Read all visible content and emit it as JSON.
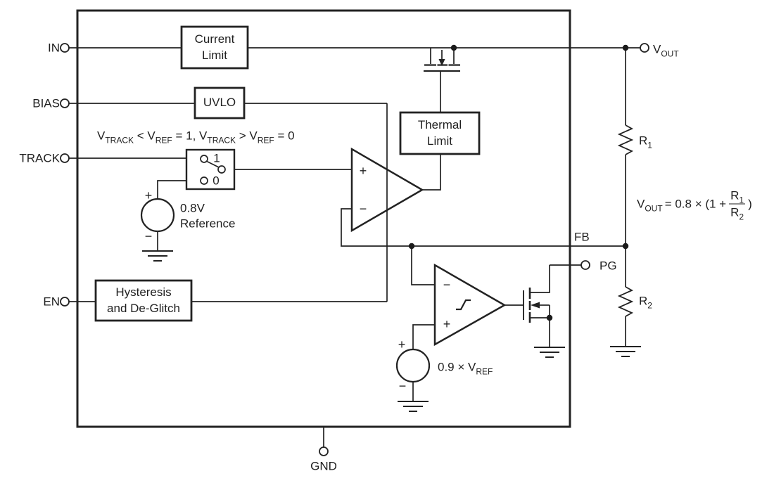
{
  "diagram": {
    "title_hint": "LDO functional block diagram",
    "colors": {
      "line": "#222222",
      "text": "#1f1f1f",
      "background": "#ffffff"
    },
    "pins": {
      "in": "IN",
      "bias": "BIAS",
      "track": "TRACK",
      "en": "EN",
      "gnd": "GND",
      "fb": "FB",
      "pg": "PG",
      "vout_main": "V",
      "vout_sub": "OUT"
    },
    "blocks": {
      "current_limit_1": "Current",
      "current_limit_2": "Limit",
      "uvlo": "UVLO",
      "thermal_1": "Thermal",
      "thermal_2": "Limit",
      "hyst_1": "Hysteresis",
      "hyst_2": "and De-Glitch"
    },
    "switch": {
      "one": "1",
      "zero": "0"
    },
    "ref08": {
      "value": "0.8V",
      "name": "Reference"
    },
    "ref09": {
      "main": "0.9 × V",
      "sub": "REF"
    },
    "r1": {
      "main": "R",
      "sub": "1"
    },
    "r2": {
      "main": "R",
      "sub": "2"
    },
    "track_eq": {
      "p1": "V",
      "s1": "TRACK",
      "p2": " < V",
      "s2": "REF",
      "p3": " = 1, V",
      "s3": "TRACK",
      "p4": " > V",
      "s4": "REF",
      "p5": " = 0"
    },
    "vout_eq": {
      "lhs": "V",
      "lhs_sub": "OUT",
      "mid": "= 0.8 × (1 +",
      "num": "R",
      "num_sub": "1",
      "den": "R",
      "den_sub": "2",
      "close": ")"
    },
    "signs": {
      "plus": "+",
      "minus": "−"
    }
  }
}
